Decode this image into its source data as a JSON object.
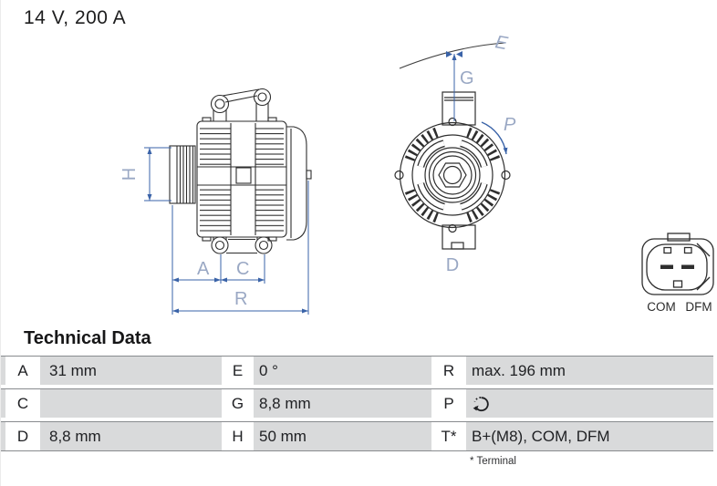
{
  "page": {
    "title": "14 V, 200 A"
  },
  "diagram": {
    "dimension_labels": {
      "H": "H",
      "A": "A",
      "C": "C",
      "R": "R",
      "E": "E",
      "G": "G",
      "P": "P",
      "D": "D"
    },
    "connector": {
      "pin_labels": {
        "com": "COM",
        "dfm": "DFM"
      }
    },
    "colors": {
      "dimension_line": "#3a63a8",
      "dimension_label": "#9aa8c4",
      "drawing_line": "#2e2e2e",
      "table_band": "#d9dadb",
      "table_rule": "#888b8e"
    }
  },
  "technical_data": {
    "heading": "Technical Data",
    "rows": [
      {
        "cells": [
          {
            "key": "A",
            "value": "31 mm"
          },
          {
            "key": "E",
            "value": "0 °"
          },
          {
            "key": "R",
            "value": "max. 196 mm"
          }
        ]
      },
      {
        "cells": [
          {
            "key": "C",
            "value": ""
          },
          {
            "key": "G",
            "value": "8,8 mm"
          },
          {
            "key": "P",
            "value": "",
            "icon": "rotation-direction-icon"
          }
        ]
      },
      {
        "cells": [
          {
            "key": "D",
            "value": "8,8 mm"
          },
          {
            "key": "H",
            "value": "50 mm"
          },
          {
            "key": "T*",
            "value": "B+(M8), COM, DFM"
          }
        ]
      }
    ],
    "footnote": "* Terminal"
  }
}
